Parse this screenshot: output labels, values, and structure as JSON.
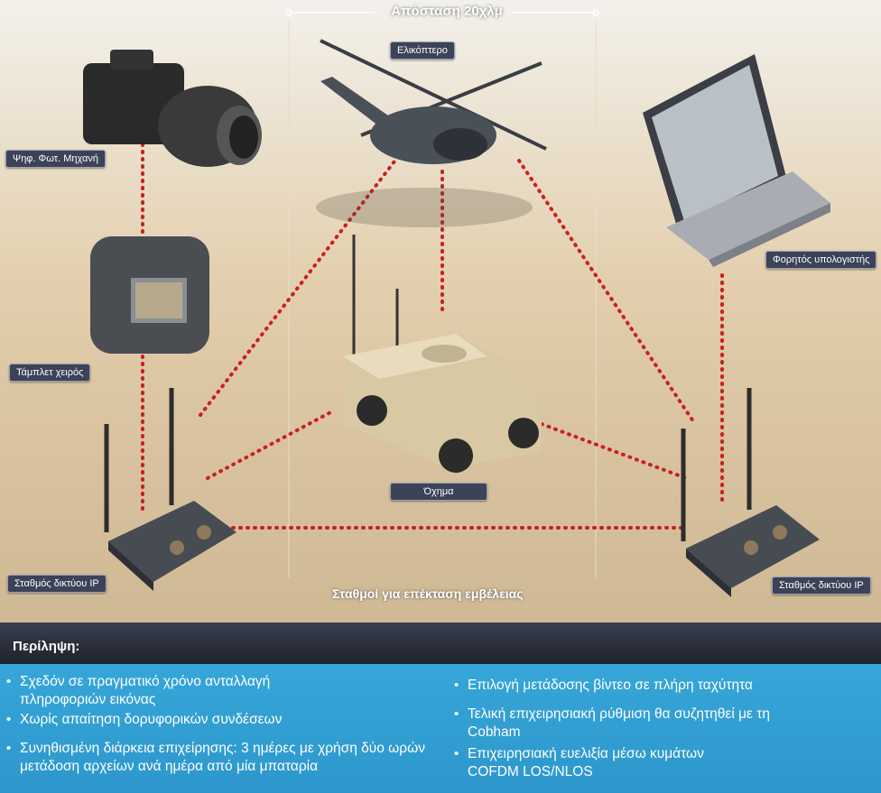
{
  "diagram": {
    "distance_title": "Απόσταση 20χλμ",
    "range_caption": "Σταθμοί για επέκταση εμβέλειας",
    "nodes": {
      "camera": "Ψηφ. Φωτ. Μηχανή",
      "helicopter": "Ελικόπτερο",
      "laptop": "Φορητός υπολογιστής",
      "tablet": "Τάμπλετ χειρός",
      "vehicle": "Όχημα",
      "station_left": "Σταθμός δικτύου IP",
      "station_right": "Σταθμός δικτύου IP"
    },
    "colors": {
      "link": "#cc1f1f",
      "label_bg": "#3c4257",
      "panel": "#2e9bd0"
    }
  },
  "summary": {
    "title": "Περίληψη:",
    "left": [
      "Σχεδόν σε πραγματικό χρόνο ανταλλαγή πληροφοριών εικόνας",
      "Χωρίς απαίτηση δορυφορικών συνδέσεων",
      "Συνηθισμένη διάρκεια επιχείρησης: 3 ημέρες με χρήση δύο ωρών μετάδοση αρχείων ανά ημέρα από μία μπαταρία"
    ],
    "right": [
      "Επιλογή μετάδοσης βίντεο σε πλήρη ταχύτητα",
      "Τελική επιχειρησιακή ρύθμιση θα συζητηθεί με τη Cobham",
      "Επιχειρησιακή ευελιξία μέσω κυμάτων COFDM LOS/NLOS"
    ]
  }
}
